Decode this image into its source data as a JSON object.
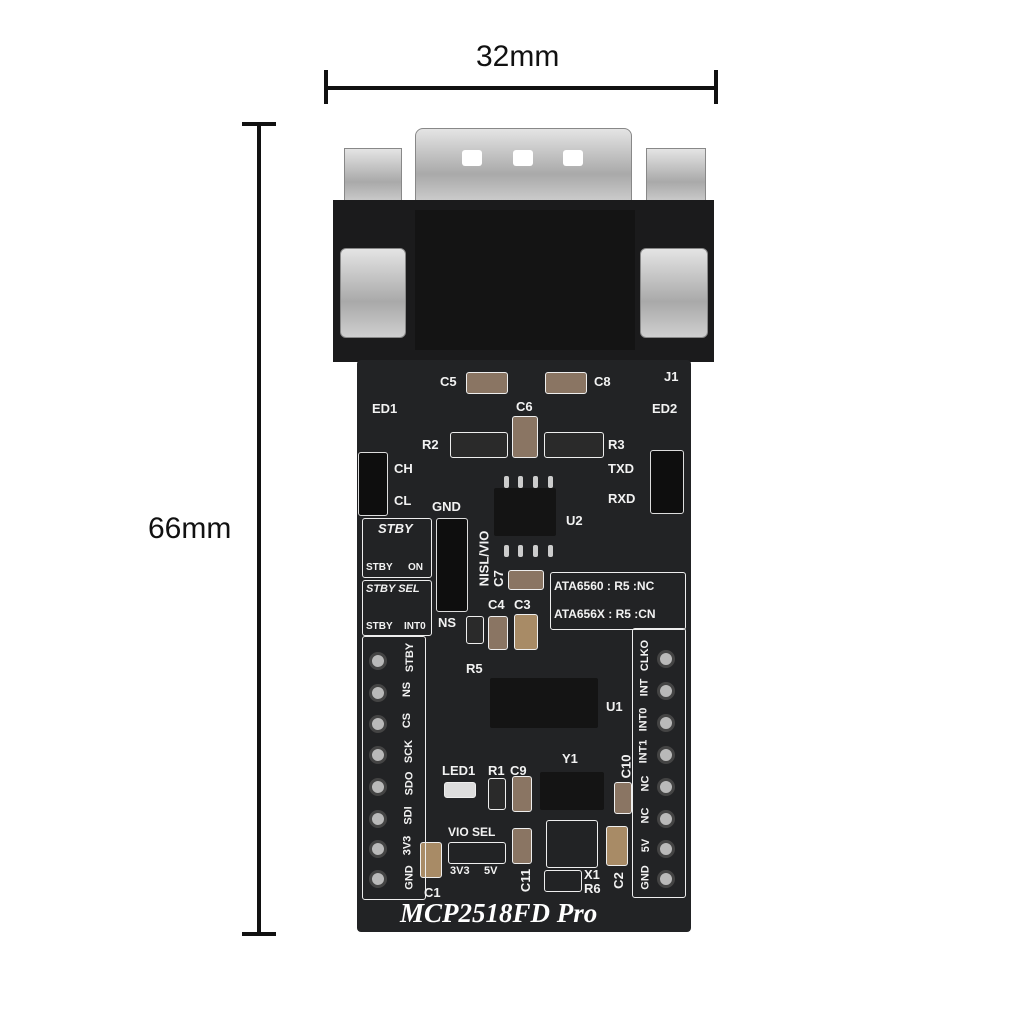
{
  "dimensions": {
    "width_label": "32mm",
    "height_label": "66mm"
  },
  "board_title": "MCP2518FD Pro",
  "silk": {
    "c5": "C5",
    "c8": "C8",
    "j1": "J1",
    "ed1": "ED1",
    "ed2": "ED2",
    "c6": "C6",
    "r2": "R2",
    "r3": "R3",
    "ch": "CH",
    "cl": "CL",
    "txd": "TXD",
    "rxd": "RXD",
    "gnd": "GND",
    "stby_title": "STBY",
    "stby_opt": "STBY",
    "on_opt": "ON",
    "stby_sel": "STBY SEL",
    "stby_sel_opt1": "STBY",
    "stby_sel_opt2": "INT0",
    "nisl_vio": "NISL/VIO",
    "ns": "NS",
    "u2": "U2",
    "c7": "C7",
    "c4": "C4",
    "c3": "C3",
    "ata6560": "ATA6560 : R5 :NC",
    "ata656x": "ATA656X : R5 :CN",
    "r5": "R5",
    "u1": "U1",
    "y1": "Y1",
    "led1": "LED1",
    "r1": "R1",
    "c9": "C9",
    "c10": "C10",
    "vio_sel": "VIO SEL",
    "v3v3": "3V3",
    "v5v": "5V",
    "c1": "C1",
    "c11": "C11",
    "x1": "X1",
    "r6": "R6",
    "c2": "C2"
  },
  "left_pins": [
    "STBY",
    "NS",
    "CS",
    "SCK",
    "SDO",
    "SDI",
    "3V3",
    "GND"
  ],
  "right_pins": [
    "CLKO",
    "INT",
    "INT0",
    "INT1",
    "NC",
    "NC",
    "5V",
    "GND"
  ]
}
